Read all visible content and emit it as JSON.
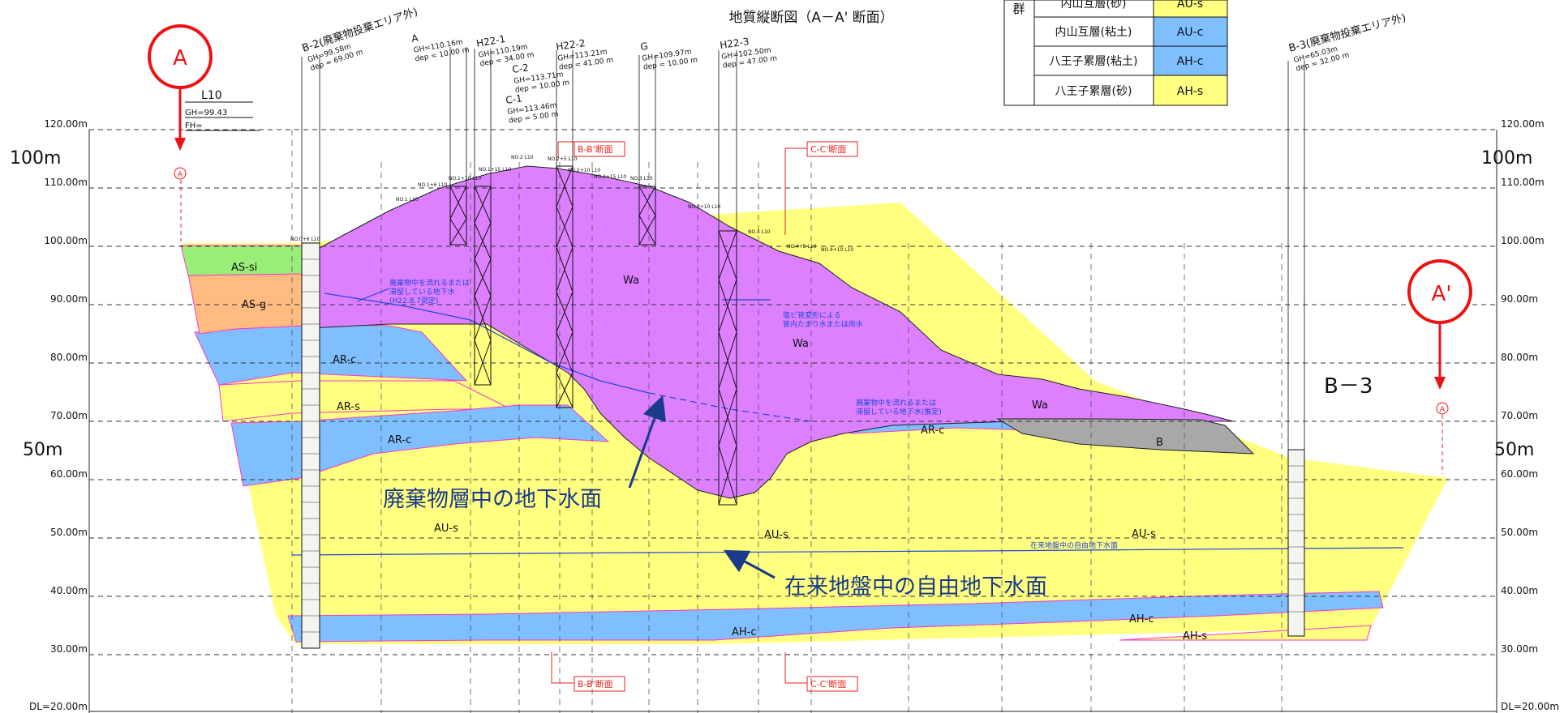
{
  "title": "地質縦断図（A－A' 断面）",
  "legend": {
    "group_label": "群",
    "rows": [
      {
        "name": "内山互層(砂)",
        "code": "AU-s",
        "color": "#ffff80"
      },
      {
        "name": "内山互層(粘土)",
        "code": "AU-c",
        "color": "#80bfff"
      },
      {
        "name": "八王子累層(粘土)",
        "code": "AH-c",
        "color": "#80bfff"
      },
      {
        "name": "八王子累層(砂)",
        "code": "AH-s",
        "color": "#ffff80"
      }
    ]
  },
  "elevations": {
    "left": [
      "120.00m",
      "110.00m",
      "100.00m",
      "90.00m",
      "80.00m",
      "70.00m",
      "60.00m",
      "50.00m",
      "40.00m",
      "30.00m"
    ],
    "right": [
      "120.00m",
      "110.00m",
      "100.00m",
      "90.00m",
      "80.00m",
      "70.00m",
      "60.00m",
      "50.00m",
      "40.00m",
      "30.00m"
    ],
    "datum_left": "DL=20.00m",
    "datum_right": "DL=20.00m",
    "big_100_left": "100m",
    "big_100_right": "100m",
    "big_50_left": "50m",
    "big_50_right": "50m"
  },
  "markers": {
    "a": "A",
    "a_prime": "A'",
    "a_small": "A",
    "a_prime_small": "A",
    "b3": "B－3"
  },
  "boreholes": {
    "b2": {
      "name": "B-2(廃棄物投棄エリア外)",
      "gh": "GH=99.58m",
      "dep": "dep = 69.00 m"
    },
    "a": {
      "name": "A",
      "gh": "GH=110.16m",
      "dep": "dep = 10.00 m"
    },
    "h22_1": {
      "name": "H22-1",
      "gh": "GH=110.19m",
      "dep": "dep = 34.00 m"
    },
    "h22_2": {
      "name": "H22-2",
      "gh": "GH=113.21m",
      "dep": "dep = 41.00 m"
    },
    "c2": {
      "name": "C-2",
      "gh": "GH=113.71m",
      "dep": "dep = 10.00 m"
    },
    "c1": {
      "name": "C-1",
      "gh": "GH=113.46m",
      "dep": "dep = 5.00 m"
    },
    "g": {
      "name": "G",
      "gh": "GH=109.97m",
      "dep": "dep = 10.00 m"
    },
    "h22_3": {
      "name": "H22-3",
      "gh": "GH=102.50m",
      "dep": "dep = 47.00 m"
    },
    "b3": {
      "name": "B-3(廃棄物投棄エリア外)",
      "gh": "GH=65.03m",
      "dep": "dep = 32.00 m"
    }
  },
  "survey": {
    "l10": "L10",
    "gh": "GH=99.43",
    "fh": "FH=",
    "points": [
      "NO.0+6 L10",
      "NO.1 L10",
      "NO.1+6 L10",
      "NO.1+10 L10",
      "NO.1+15 L10",
      "NO.2 L10",
      "NO.2+5 L10",
      "NO.2+10 L10",
      "NO.2+15 L10",
      "NO.3 L10",
      "NO.3+10 L10",
      "NO.4 L10",
      "NO.4+5 L10",
      "NO.4+10 L10"
    ]
  },
  "layers": {
    "as_si": "AS-si",
    "as_g": "AS-g",
    "ar_c_upper": "AR-c",
    "ar_s": "AR-s",
    "ar_c_lower": "AR-c",
    "ar_c_right": "AR-c",
    "wa_1": "Wa",
    "wa_2": "Wa",
    "wa_3": "Wa",
    "b": "B",
    "au_s_1": "AU-s",
    "au_s_2": "AU-s",
    "au_s_3": "AU-s",
    "ah_c_1": "AH-c",
    "ah_c_2": "AH-c",
    "ah_s": "AH-s"
  },
  "sections": {
    "bb_top": "B-B'断面",
    "cc_top": "C-C'断面",
    "bb_bottom": "B-B'断面",
    "cc_bottom": "C-C'断面"
  },
  "annotations": {
    "note1": [
      "廃棄物中を流れるまたは",
      "滞留している地下水",
      "(H22.8.7測定)"
    ],
    "note2": [
      "塩ビ管変形による",
      "管内たまり水または雨水"
    ],
    "note3": [
      "廃棄物中を流れるまたは",
      "滞留している地下水(推定)"
    ],
    "note4": "在来地盤中の自由地下水面",
    "callout_waste": "廃棄物層中の地下水面",
    "callout_native": "在来地盤中の自由地下水面"
  },
  "colors": {
    "wa": "#dd80ff",
    "clay": "#80bfff",
    "sand": "#ffff80",
    "as_si": "#99ee77",
    "as_g": "#ffbb80",
    "b": "#a8a8a8",
    "water": "#2244dd",
    "callout": "#1a3a8a",
    "marker": "#ee1111",
    "section": "#ee2222"
  }
}
